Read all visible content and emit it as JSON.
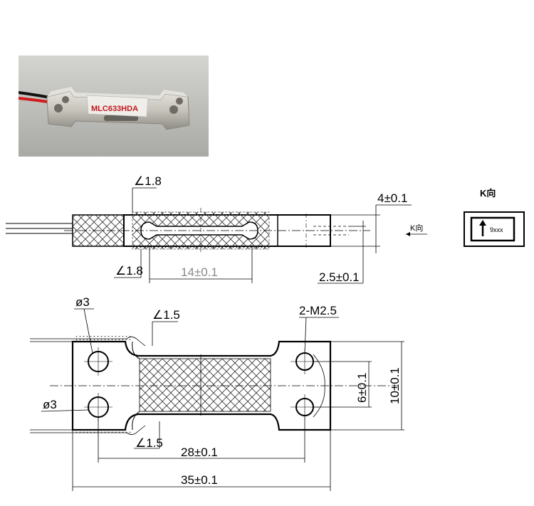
{
  "photo": {
    "product_label": "MLC633HDA",
    "colors": {
      "body": "#c7c7c2",
      "label": "#e8e6e0",
      "label_text": "#c0161b",
      "wire_red": "#d21c1c",
      "wire_black": "#111111",
      "background": "#b9b9b5"
    }
  },
  "side_view": {
    "dim_gap_top": "1.8",
    "dim_gap_bottom": "1.8",
    "dim_length": "14±0.1",
    "dim_thickness": "4±0.1",
    "dim_hole_depth": "2.5±0.1",
    "view_arrow": "K向"
  },
  "k_view": {
    "title": "K向",
    "marking": "9xxx"
  },
  "top_view": {
    "dim_hole_top": "ø3",
    "dim_hole_bottom": "ø3",
    "dim_neck_top": "1.5",
    "dim_neck_bottom": "1.5",
    "dim_thread": "2-M2.5",
    "dim_hole_spacing": "6±0.1",
    "dim_width": "10±0.1",
    "dim_gauge_length": "28±0.1",
    "dim_total_length": "35±0.1"
  }
}
